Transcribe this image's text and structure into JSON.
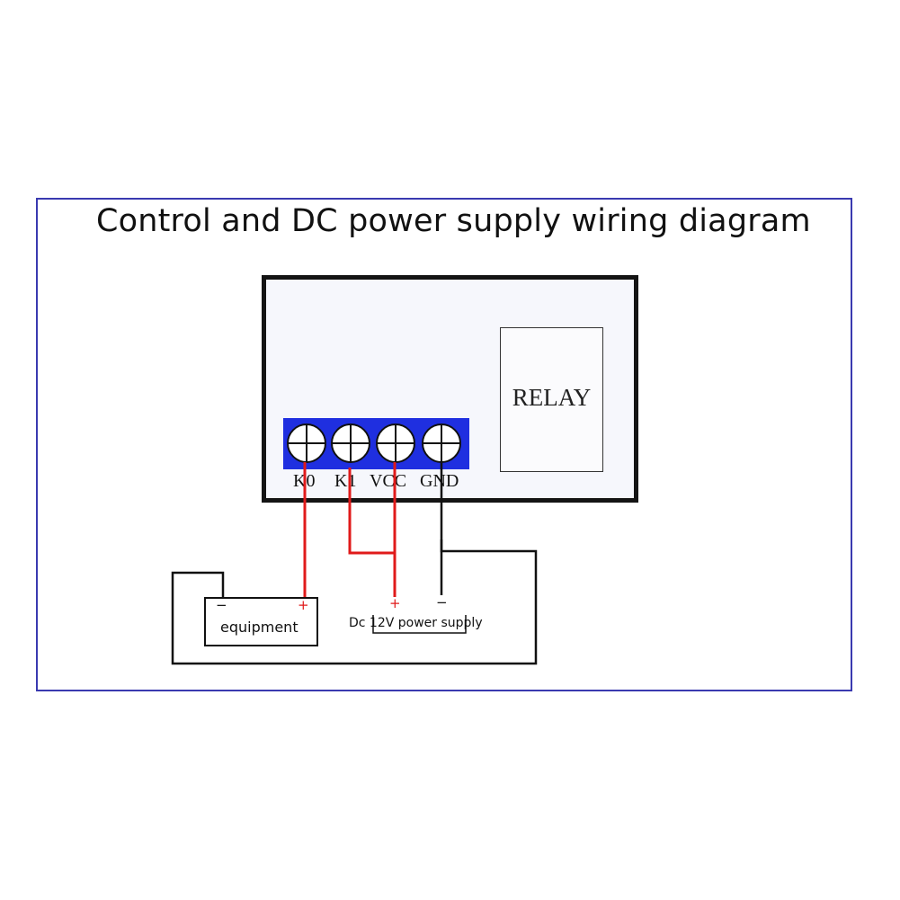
{
  "title": "Control and DC power supply wiring diagram",
  "relay": {
    "label": "RELAY"
  },
  "terminals": [
    "K0",
    "K1",
    "VCC",
    "GND"
  ],
  "equipment": {
    "label": "equipment",
    "minus": "−",
    "plus": "+"
  },
  "power_supply": {
    "label": "Dc 12V power supply",
    "plus": "+",
    "minus": "−"
  },
  "colors": {
    "frame": "#3a3ab0",
    "terminal_block": "#1f2fe0",
    "wire_red": "#e01a1a",
    "wire_black": "#111111"
  }
}
